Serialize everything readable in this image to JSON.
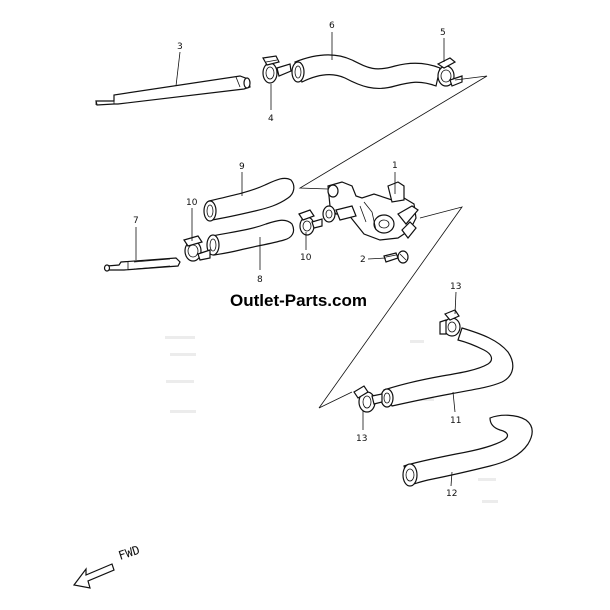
{
  "diagram": {
    "watermark": "Outlet-Parts.com",
    "direction_label": "FWD",
    "callouts": [
      {
        "id": "c1",
        "label": "1"
      },
      {
        "id": "c2",
        "label": "2"
      },
      {
        "id": "c3",
        "label": "3"
      },
      {
        "id": "c4",
        "label": "4"
      },
      {
        "id": "c5",
        "label": "5"
      },
      {
        "id": "c6",
        "label": "6"
      },
      {
        "id": "c7",
        "label": "7"
      },
      {
        "id": "c8",
        "label": "8"
      },
      {
        "id": "c9",
        "label": "9"
      },
      {
        "id": "c10a",
        "label": "10"
      },
      {
        "id": "c10b",
        "label": "10"
      },
      {
        "id": "c11",
        "label": "11"
      },
      {
        "id": "c12",
        "label": "12"
      },
      {
        "id": "c13a",
        "label": "13"
      },
      {
        "id": "c13b",
        "label": "13"
      }
    ]
  }
}
